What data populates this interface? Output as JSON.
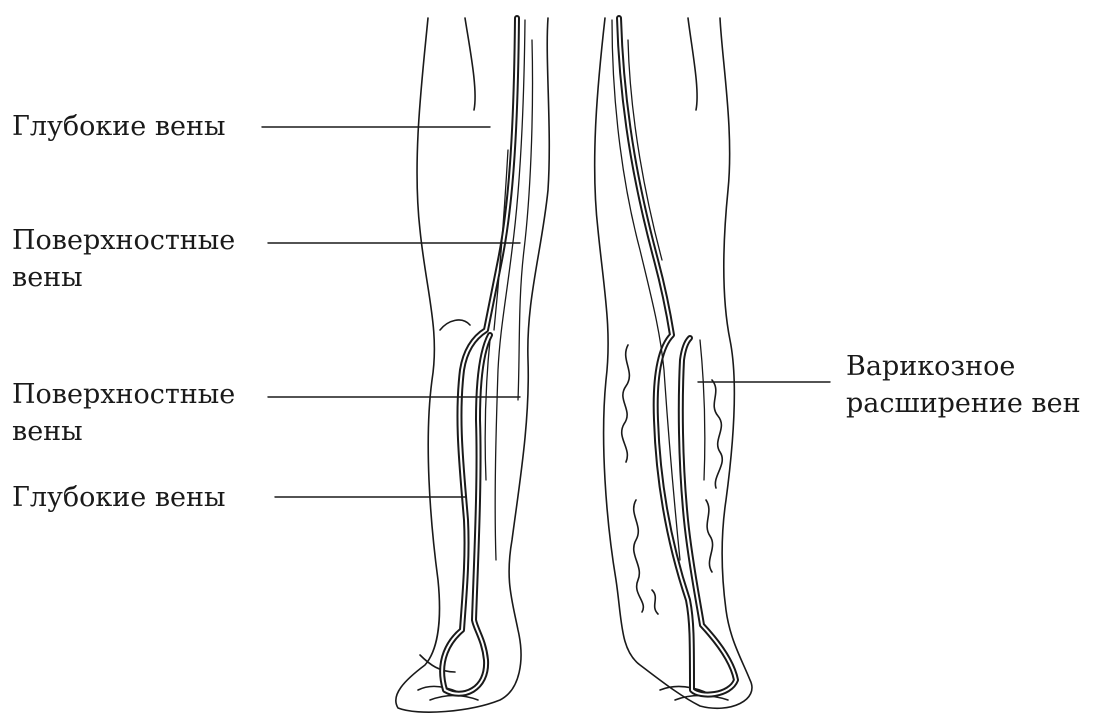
{
  "labels": {
    "deep_veins_thigh": "Глубокие вены",
    "superficial_veins_thigh": [
      "Поверхностные",
      "вены"
    ],
    "superficial_veins_shin": [
      "Поверхностные",
      "вены"
    ],
    "deep_veins_shin": "Глубокие вены",
    "varicose_veins": [
      "Варикозное",
      "расширение вен"
    ]
  },
  "colors": {
    "ink": "#1a1a1a",
    "background": "#ffffff"
  }
}
